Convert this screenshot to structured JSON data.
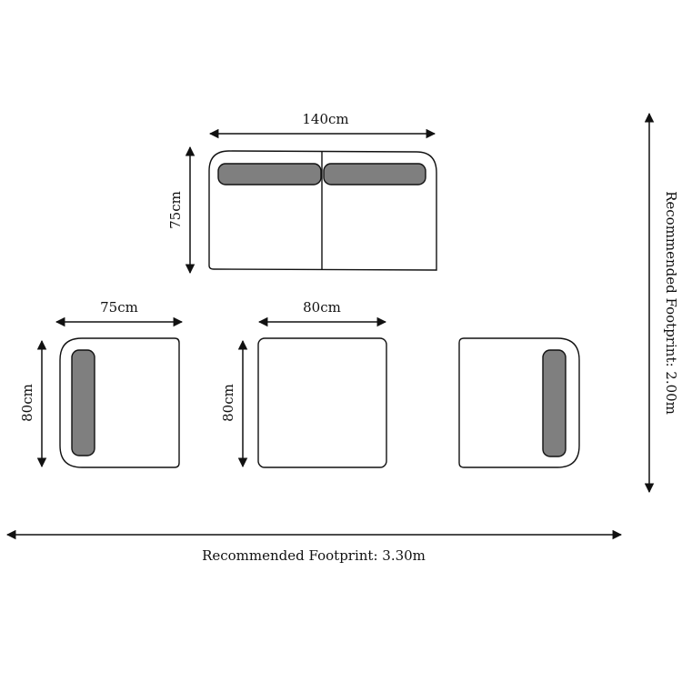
{
  "dimensions": {
    "sofa_width": "140cm",
    "sofa_depth": "75cm",
    "corner_width": "75cm",
    "corner_depth": "80cm",
    "table_width": "80cm",
    "table_depth": "80cm"
  },
  "footprint": {
    "width_label": "Recommended Footprint: 3.30m",
    "depth_label": "Recommended Footprint: 2.00m"
  },
  "colors": {
    "cushion_fill": "#7f7f7f",
    "line": "#111111",
    "piece_fill": "#ffffff"
  }
}
